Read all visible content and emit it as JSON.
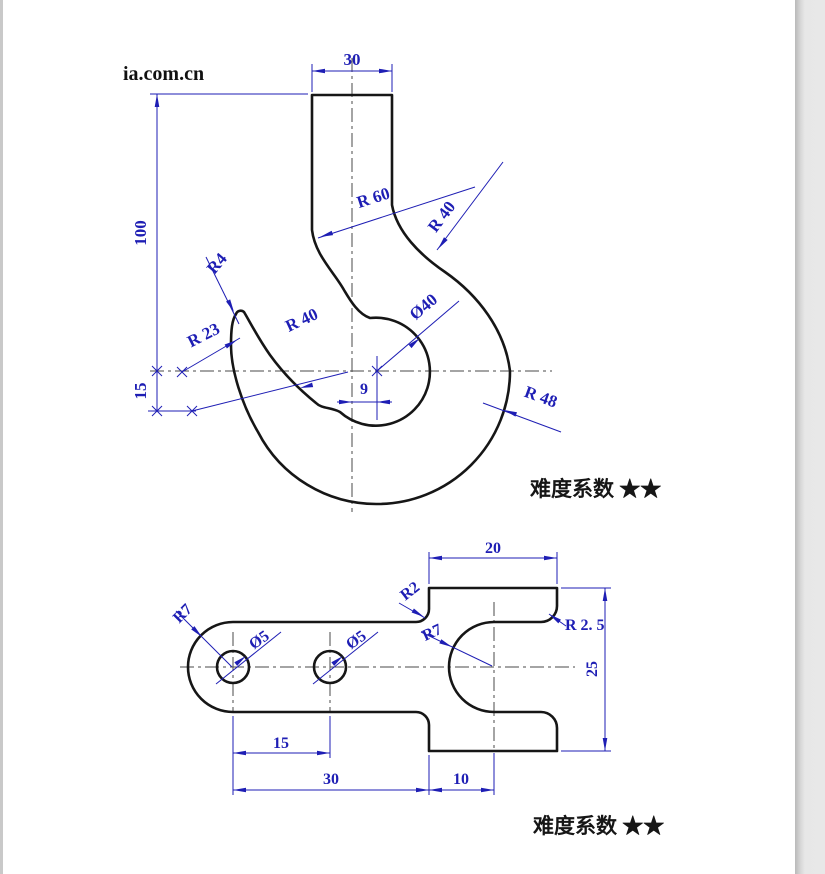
{
  "watermark": "ia.com.cn",
  "colors": {
    "dimension_blue": "#1e1eb4",
    "outline_black": "#161616"
  },
  "hook": {
    "difficulty": "难度系数 ★★",
    "dims": {
      "top_width": "30",
      "shank_height": "100",
      "tip_offset": "15",
      "tip_radius": "R4",
      "outer_tip_radius": "R 23",
      "inner_hook_radius": "R 40",
      "throat_radius": "R 60",
      "back_radius": "R 40",
      "bore_diameter": "Ø40",
      "center_offset": "9",
      "bottom_radius": "R 48"
    }
  },
  "bracket": {
    "difficulty": "难度系数 ★★",
    "dims": {
      "block_width": "20",
      "block_height": "25",
      "hole_spacing": "15",
      "arm_length": "30",
      "slot_offset": "10",
      "hole1_diameter": "Ø5",
      "hole2_diameter": "Ø5",
      "cap_radius": "R7",
      "slot_radius": "R7",
      "corner_fillet": "R2",
      "entry_fillet": "R 2. 5"
    }
  }
}
